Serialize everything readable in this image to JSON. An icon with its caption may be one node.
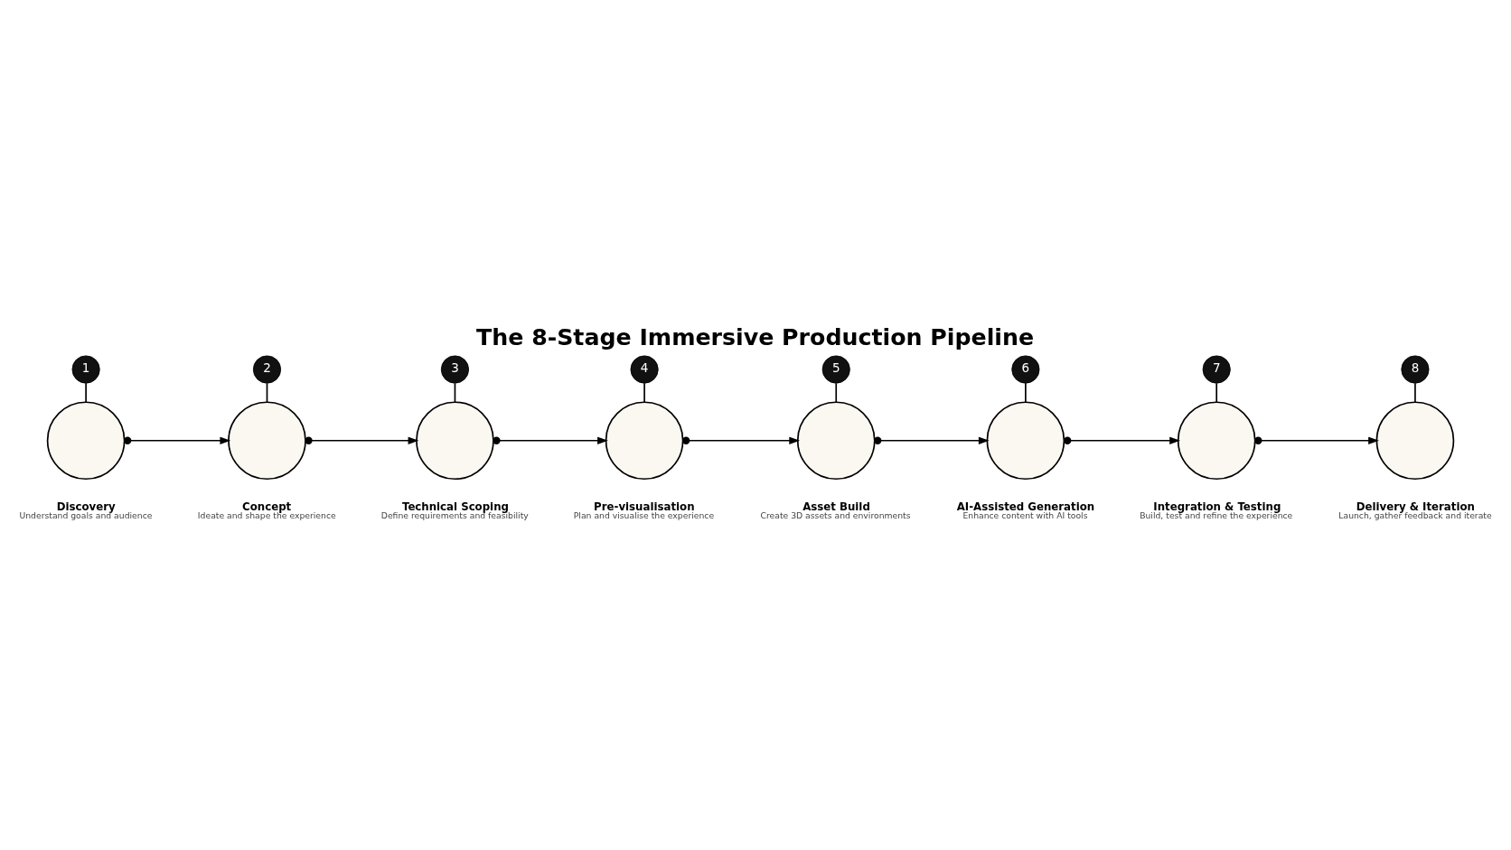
{
  "diagram": {
    "title": "The 8-Stage Immersive Production Pipeline",
    "nodes": [
      {
        "text": [
          "1"
        ]
      },
      {
        "text": [],
        "shape": "circle",
        "beside": [
          "Discovery",
          "Understand goals and audience"
        ]
      },
      {
        "text": [
          "2"
        ]
      },
      {
        "text": [],
        "shape": "circle",
        "beside": [
          "Concept",
          "Ideate and shape the experience"
        ]
      },
      {
        "text": [
          "3"
        ]
      },
      {
        "text": [],
        "shape": "circle",
        "beside": [
          "Technical Scoping",
          "Define requirements and feasibility"
        ]
      },
      {
        "text": [
          "4"
        ]
      },
      {
        "text": [],
        "shape": "circle",
        "beside": [
          "Pre-visualisation",
          "Plan and visualise the experience"
        ]
      },
      {
        "text": [
          "5"
        ]
      },
      {
        "text": [],
        "shape": "circle",
        "beside": [
          "Asset Build",
          "Create 3D assets and environments"
        ]
      },
      {
        "text": [
          "6"
        ]
      },
      {
        "text": [],
        "shape": "circle",
        "beside": [
          "AI-Assisted Generation",
          "Enhance content with AI tools"
        ]
      },
      {
        "text": [
          "7"
        ]
      },
      {
        "text": [],
        "shape": "circle",
        "beside": [
          "Integration & Testing",
          "Build, test and refine the experience"
        ]
      },
      {
        "text": [
          "8"
        ]
      },
      {
        "text": [],
        "shape": "circle",
        "beside": [
          "Delivery & Iteration",
          "Launch, gather feedback and iterate"
        ]
      }
    ],
    "edges": [
      {
        "from": 0,
        "to": 1,
        "arrow": "none"
      },
      {
        "from": 2,
        "to": 3,
        "arrow": "none"
      },
      {
        "from": 4,
        "to": 5,
        "arrow": "none"
      },
      {
        "from": 6,
        "to": 7,
        "arrow": "none"
      },
      {
        "from": 8,
        "to": 9,
        "arrow": "none"
      },
      {
        "from": 10,
        "to": 11,
        "arrow": "none"
      },
      {
        "from": 12,
        "to": 13,
        "arrow": "none"
      },
      {
        "from": 14,
        "to": 15,
        "arrow": "none"
      },
      {
        "from": 1,
        "to": 3,
        "arrow": "to"
      },
      {
        "from": 3,
        "to": 5,
        "arrow": "to"
      },
      {
        "from": 5,
        "to": 7,
        "arrow": "to"
      },
      {
        "from": 7,
        "to": 9,
        "arrow": "to"
      },
      {
        "from": 9,
        "to": 11,
        "arrow": "to"
      },
      {
        "from": 11,
        "to": 13,
        "arrow": "to"
      },
      {
        "from": 13,
        "to": 15,
        "arrow": "to"
      }
    ]
  }
}
